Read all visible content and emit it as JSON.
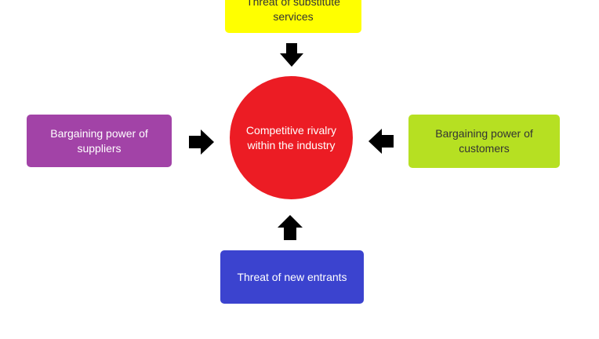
{
  "diagram": {
    "center": {
      "label": "Competitive rivalry\nwithin the industry",
      "color": "#ec1c24"
    },
    "forces": {
      "substitutes": {
        "label": "Threat of substitute\nservices",
        "color": "#ffff00"
      },
      "suppliers": {
        "label": "Bargaining power of\nsuppliers",
        "color": "#a243a7"
      },
      "customers": {
        "label": "Bargaining power of\ncustomers",
        "color": "#b6e022"
      },
      "entrants": {
        "label": "Threat of new entrants",
        "color": "#3b43cf"
      }
    },
    "arrows": [
      "down-arrow-icon",
      "right-arrow-icon",
      "left-arrow-icon",
      "up-arrow-icon"
    ]
  }
}
